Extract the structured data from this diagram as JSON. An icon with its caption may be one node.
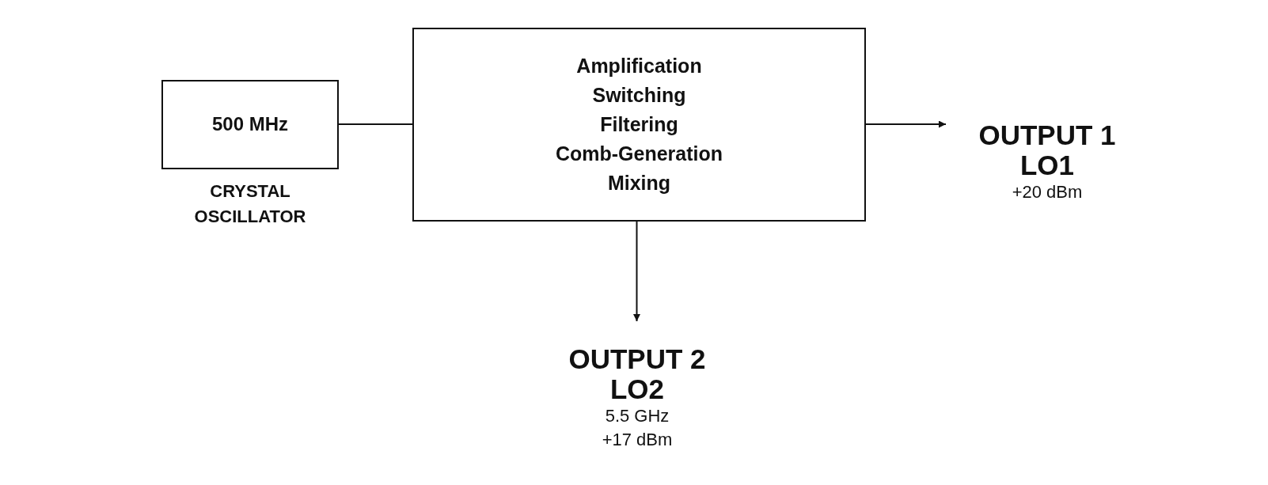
{
  "diagram": {
    "nodes": [
      {
        "text": [
          "500 MHz"
        ],
        "beside": [
          "CRYSTAL OSCILLATOR"
        ]
      },
      {
        "text": [
          "Amplification",
          "Switching",
          "Filtering",
          "Comb-Generation",
          "Mixing"
        ]
      },
      {
        "text": [
          "OUTPUT 1",
          "LO1",
          "+20 dBm"
        ]
      },
      {
        "text": [
          "OUTPUT 2",
          "LO2",
          "5.5 GHz",
          "+17 dBm"
        ]
      }
    ],
    "edges": [
      {
        "from": 0,
        "to": 1,
        "arrow": "none"
      },
      {
        "from": 1,
        "to": 2,
        "arrow": "to"
      },
      {
        "from": 1,
        "to": 3,
        "arrow": "to"
      }
    ]
  }
}
